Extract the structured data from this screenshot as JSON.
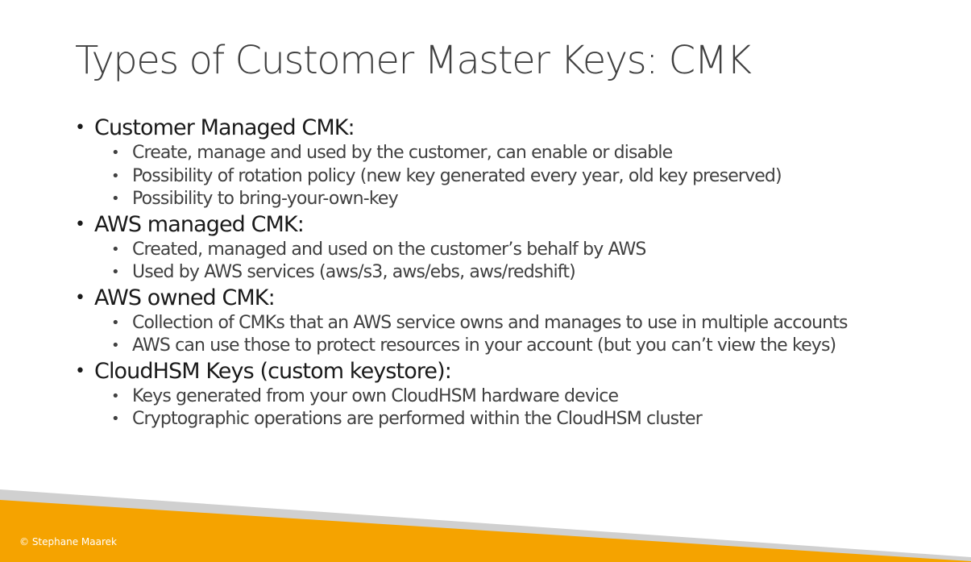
{
  "title": "Types of Customer Master Keys: CMK",
  "bullet_glyph": "•",
  "sections": [
    {
      "heading": "Customer Managed CMK:",
      "items": [
        "Create, manage and used by the customer, can enable or disable",
        "Possibility of rotation policy (new key generated every year, old key preserved)",
        "Possibility to bring-your-own-key"
      ]
    },
    {
      "heading": "AWS managed CMK:",
      "items": [
        "Created, managed and used on the customer’s behalf by AWS",
        "Used by AWS services (aws/s3, aws/ebs, aws/redshift)"
      ]
    },
    {
      "heading": "AWS owned CMK:",
      "items": [
        "Collection of CMKs that an AWS service owns and manages to use in multiple accounts",
        "AWS can use those to protect resources in your account (but you can’t view the keys)"
      ]
    },
    {
      "heading": "CloudHSM Keys (custom keystore):",
      "items": [
        "Keys generated from your own CloudHSM hardware device",
        "Cryptographic operations are performed within the CloudHSM cluster"
      ]
    }
  ],
  "footer": {
    "copyright": "© Stephane Maarek"
  },
  "colors": {
    "title": "#404040",
    "heading": "#1a1a1a",
    "body_text": "#404040",
    "footer_orange": "#f5a300",
    "footer_gray": "#d0d0d0",
    "footer_text": "#ffffff"
  }
}
